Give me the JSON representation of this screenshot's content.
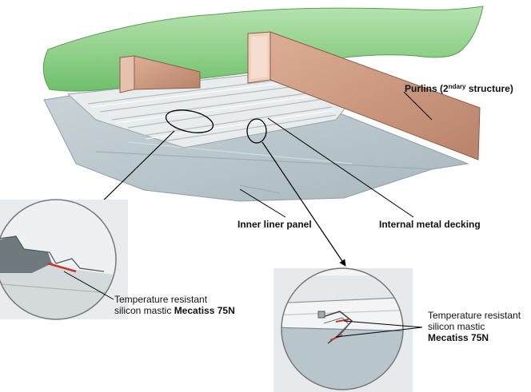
{
  "labels": {
    "purlins_main": "Purlins (2",
    "purlins_sup": "ndary",
    "purlins_end": " structure)",
    "inner_liner": "Inner liner panel",
    "internal_decking": "Internal metal decking",
    "left_mastic_line1": "Temperature resistant",
    "left_mastic_line2_plain": "silicon mastic ",
    "left_mastic_line2_bold": "Mecatiss 75N",
    "right_mastic_line1": "Temperature resistant",
    "right_mastic_line2": "silicon mastic",
    "right_mastic_line3": "Mecatiss 75N"
  },
  "colors": {
    "insulation_green": "#8fd08a",
    "purlin_brown": "#c9957b",
    "liner_grey": "#b8c6cc",
    "decking_light": "#e6eaeb"
  }
}
